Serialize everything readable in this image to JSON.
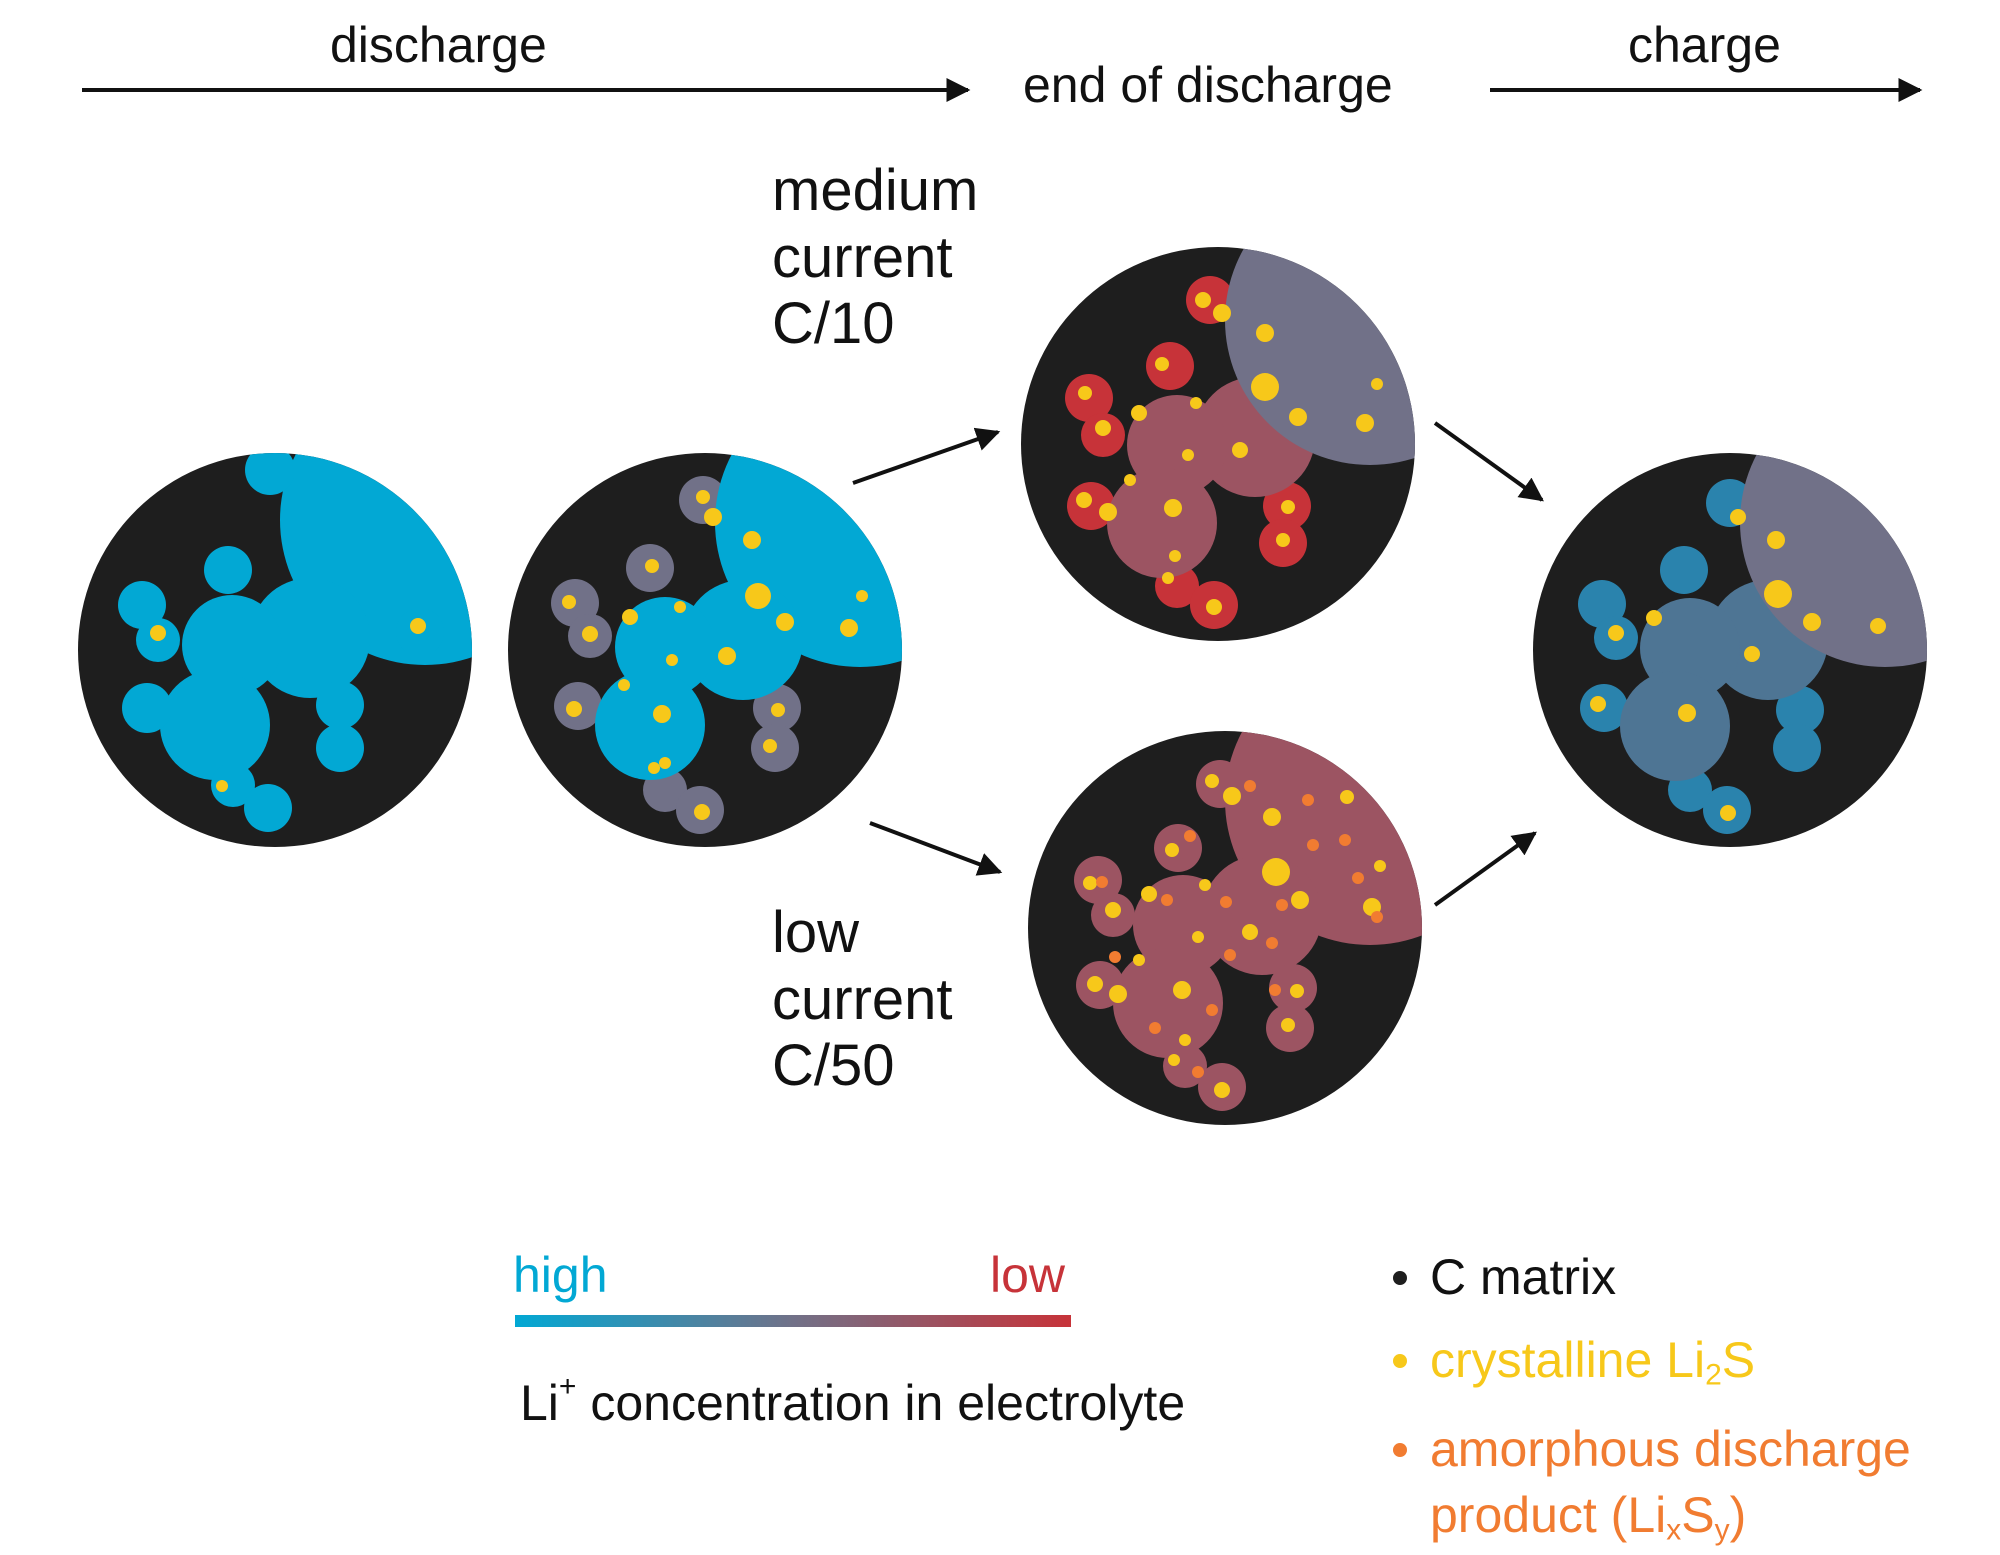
{
  "labels": {
    "discharge": "discharge",
    "end_of_discharge": "end  of discharge",
    "charge": "charge",
    "medium_current": [
      "medium",
      "current",
      "C/10"
    ],
    "low_current": [
      "low",
      "current",
      "C/50"
    ]
  },
  "legend": {
    "gradient_high": "high",
    "gradient_low": "low",
    "gradient_caption_prefix": "Li",
    "gradient_caption_sup": "+",
    "gradient_caption_rest": " concentration in electrolyte",
    "c_matrix": "C matrix",
    "crystalline_prefix": "crystalline Li",
    "crystalline_sub": "2",
    "crystalline_suffix": "S",
    "amorphous_line1": "amorphous discharge",
    "amorphous_line2_a": "product (Li",
    "amorphous_line2_x": "x",
    "amorphous_line2_s": "S",
    "amorphous_line2_y": "y",
    "amorphous_line2_end": ")"
  },
  "colors": {
    "matrix": "#1e1e1e",
    "electrolyte_high": "#02a8d4",
    "electrolyte_mid": "#717188",
    "electrolyte_low": "#c73339",
    "electrolyte_med_low": "#9c5462",
    "electrolyte_charged": "#4e7594",
    "electrolyte_charged_small": "#2a83ad",
    "crystalline": "#f7c81a",
    "amorphous": "#f17c31",
    "text": "#111111"
  }
}
